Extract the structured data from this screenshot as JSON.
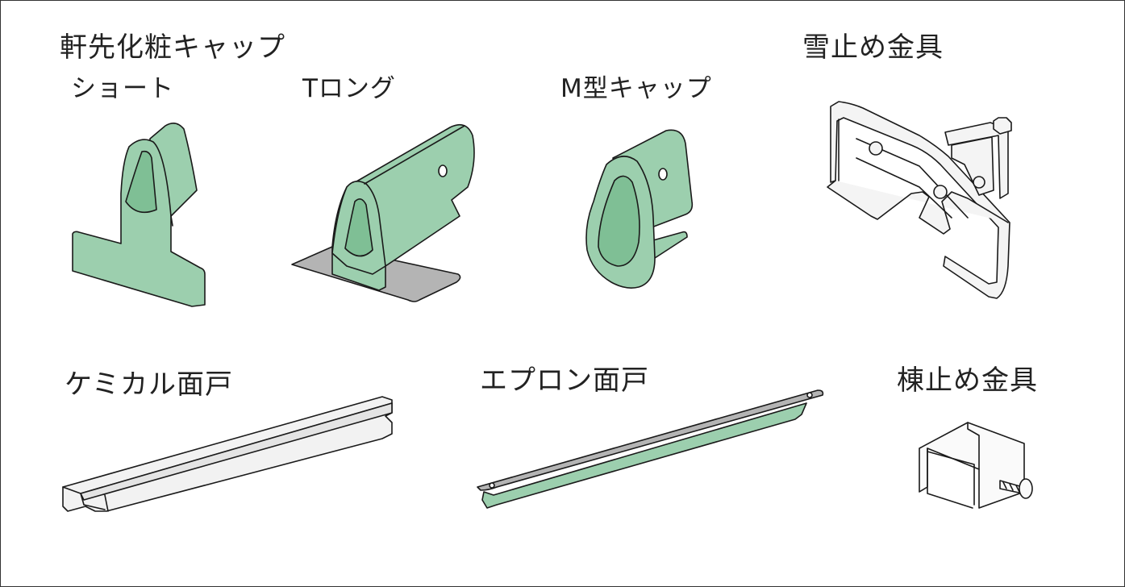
{
  "labels": {
    "eaves_cap": "軒先化粧キャップ",
    "short": "ショート",
    "t_long": "Tロング",
    "m_cap": "M型キャップ",
    "snow_stop": "雪止め金具",
    "chemical_face": "ケミカル面戸",
    "apron_face": "エプロン面戸",
    "ridge_stop": "棟止め金具"
  },
  "colors": {
    "part_green": "#9ccfae",
    "line": "#1a1a1a",
    "metal_gray": "#b4b4b4",
    "white_part": "#f2f2f2"
  }
}
